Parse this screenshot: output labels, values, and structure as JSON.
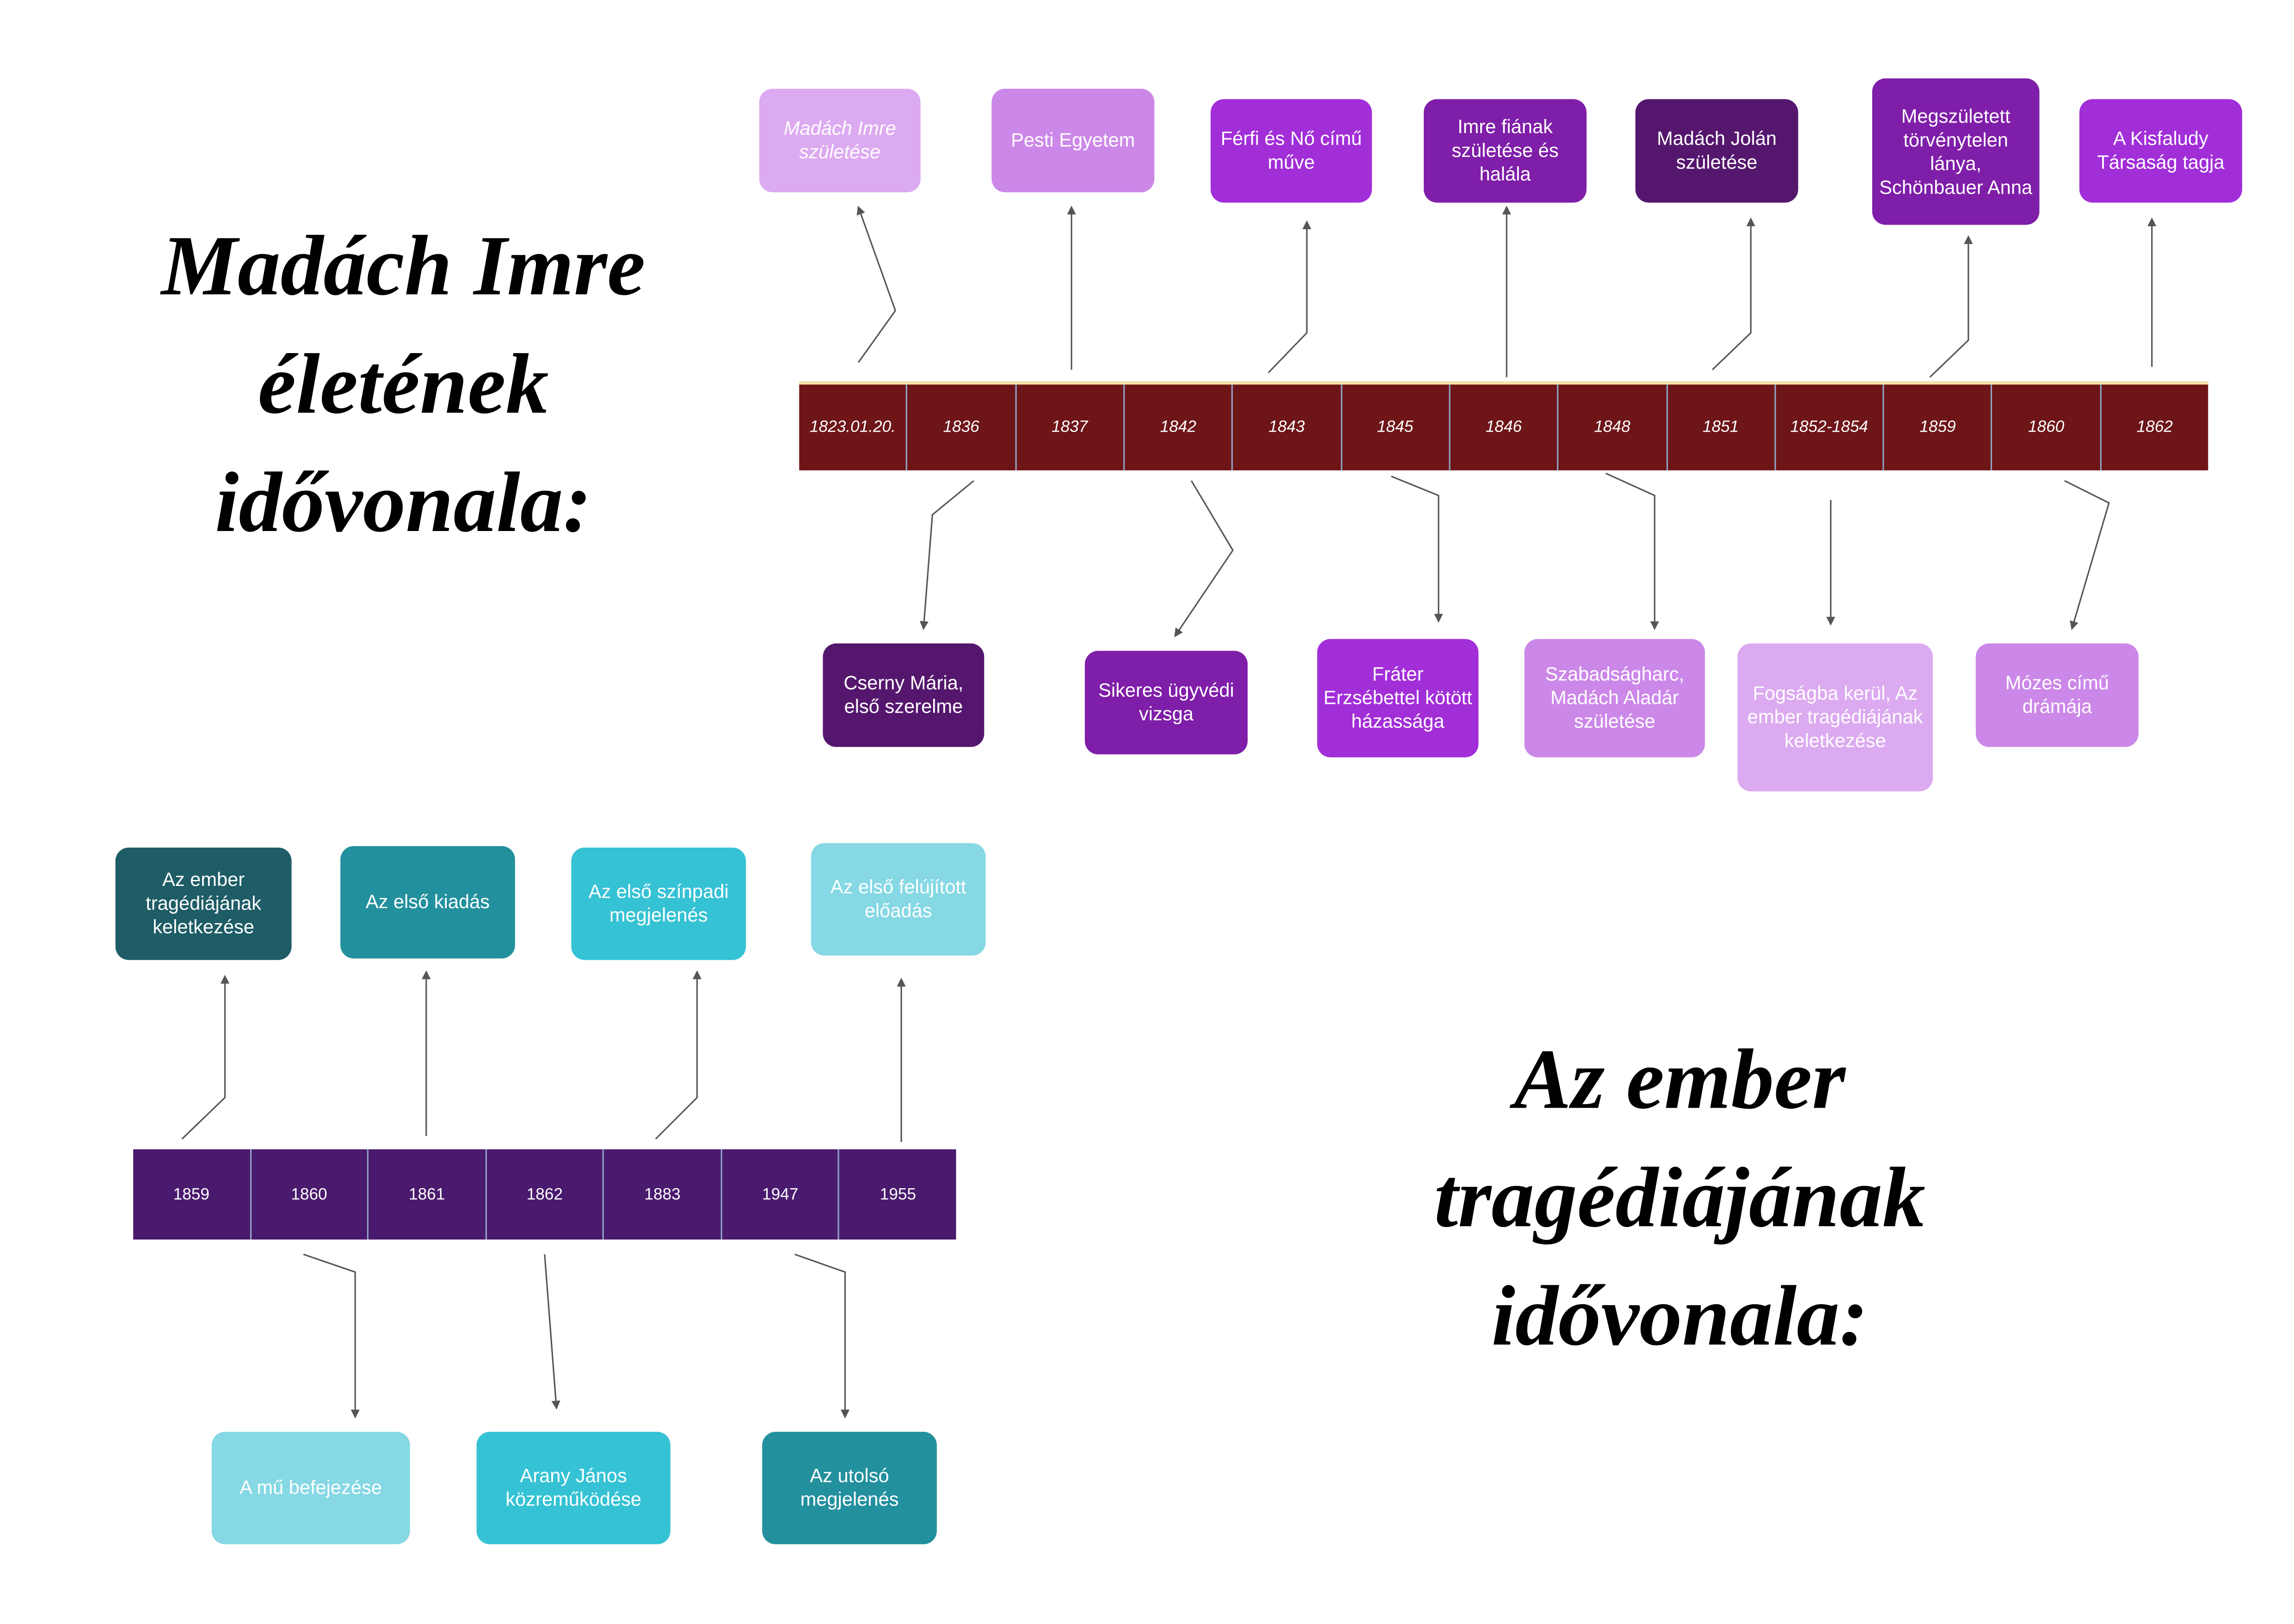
{
  "madach": {
    "title_lines": [
      "Madách Imre",
      "életének",
      "idővonala:"
    ],
    "years": [
      "1823.01.20.",
      "1836",
      "1837",
      "1842",
      "1843",
      "1845",
      "1846",
      "1848",
      "1851",
      "1852-1854",
      "1859",
      "1860",
      "1862"
    ],
    "top_events": [
      {
        "text": "Madách Imre születése",
        "color": "#dcaaf0"
      },
      {
        "text": "Pesti Egyetem",
        "color": "#cc88e8"
      },
      {
        "text": "Férfi és Nő című műve",
        "color": "#a22ed8"
      },
      {
        "text": "Imre fiának születése és halála",
        "color": "#7f1ea8"
      },
      {
        "text": "Madách Jolán születése",
        "color": "#55176e"
      },
      {
        "text": "Megszületett törvénytelen lánya, Schönbauer Anna",
        "color": "#7f1ea8"
      },
      {
        "text": "A Kisfaludy Társaság tagja",
        "color": "#a22ed8"
      }
    ],
    "bottom_events": [
      {
        "text": "Cserny Mária, első szerelme",
        "color": "#55176e"
      },
      {
        "text": "Sikeres ügyvédi vizsga",
        "color": "#7f1ea8"
      },
      {
        "text": "Fráter Erzsébettel kötött házassága",
        "color": "#a22ed8"
      },
      {
        "text": "Szabadságharc, Madách Aladár születése",
        "color": "#cc88e8"
      },
      {
        "text": "Fogságba kerül, Az ember tragédiájának keletkezése",
        "color": "#dcaaf0"
      },
      {
        "text": "Mózes című drámája",
        "color": "#cc88e8"
      }
    ]
  },
  "tragedia": {
    "title_lines": [
      "Az ember",
      "tragédiájának",
      "idővonala:"
    ],
    "years": [
      "1859",
      "1860",
      "1861",
      "1862",
      "1883",
      "1947",
      "1955"
    ],
    "top_events": [
      {
        "text": "Az ember tragédiájának keletkezése",
        "color": "#1e5c66"
      },
      {
        "text": "Az első kiadás",
        "color": "#23909e"
      },
      {
        "text": "Az első színpadi megjelenés",
        "color": "#35c2d4"
      },
      {
        "text": "Az első felújított előadás",
        "color": "#85d8e4"
      }
    ],
    "bottom_events": [
      {
        "text": "A mű befejezése",
        "color": "#85d8e4"
      },
      {
        "text": "Arany János közreműködése",
        "color": "#35c2d4"
      },
      {
        "text": "Az utolsó megjelenés",
        "color": "#23909e"
      }
    ]
  }
}
